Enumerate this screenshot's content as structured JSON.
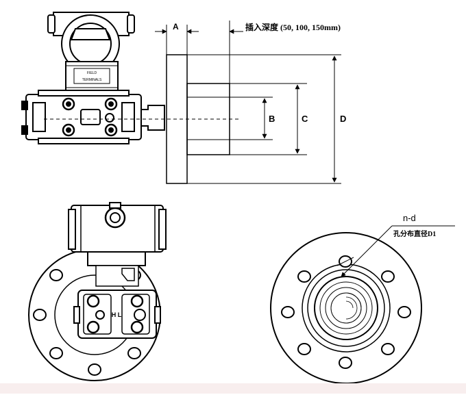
{
  "dimensions": {
    "A": "A",
    "B": "B",
    "C": "C",
    "D": "D",
    "insertion_depth": "插入深度 (50, 100, 150mm)"
  },
  "bottom_right": {
    "hole_spec": "n-d",
    "bolt_circle": "孔分布直径D1"
  },
  "nameplate": {
    "line1": "FIELD",
    "line2": "TERMINALS"
  },
  "hl_label": "H L"
}
